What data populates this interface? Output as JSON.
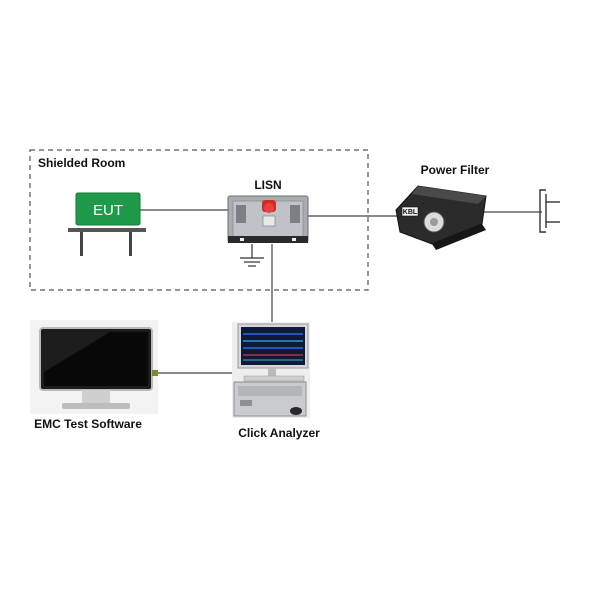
{
  "labels": {
    "shielded_room": "Shielded Room",
    "lisn": "LISN",
    "power_filter": "Power Filter",
    "emc_software": "EMC Test Software",
    "click_analyzer": "Click Analyzer",
    "eut": "EUT",
    "filter_brand": "KBL"
  },
  "colors": {
    "eut_green": "#1e9a4a",
    "wire": "#444444",
    "room_border": "#555555"
  },
  "icons": {
    "eut": "eut-device-icon",
    "lisn": "lisn-unit-icon",
    "ground": "ground-icon",
    "power_filter": "power-filter-icon",
    "power_plug": "power-plug-icon",
    "monitor": "monitor-icon",
    "analyzer": "analyzer-workstation-icon"
  }
}
